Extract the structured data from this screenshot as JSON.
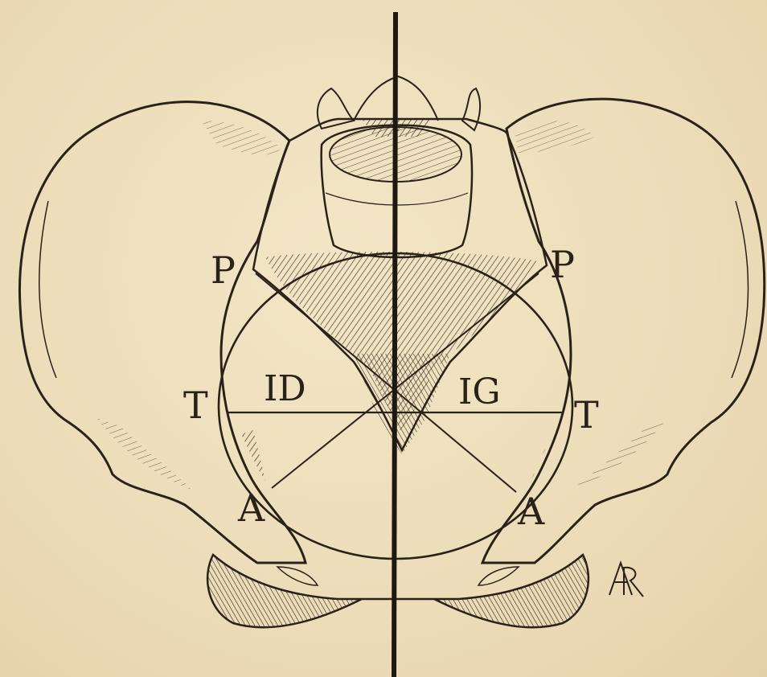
{
  "labels": {
    "p_left": "P",
    "p_right": "P",
    "t_left": "T",
    "t_right": "T",
    "a_left": "A",
    "a_right": "A",
    "id": "ID",
    "ig": "IG"
  },
  "signature": "AR",
  "colors": {
    "paper": "#eedfbd",
    "ink": "#2a2118"
  }
}
